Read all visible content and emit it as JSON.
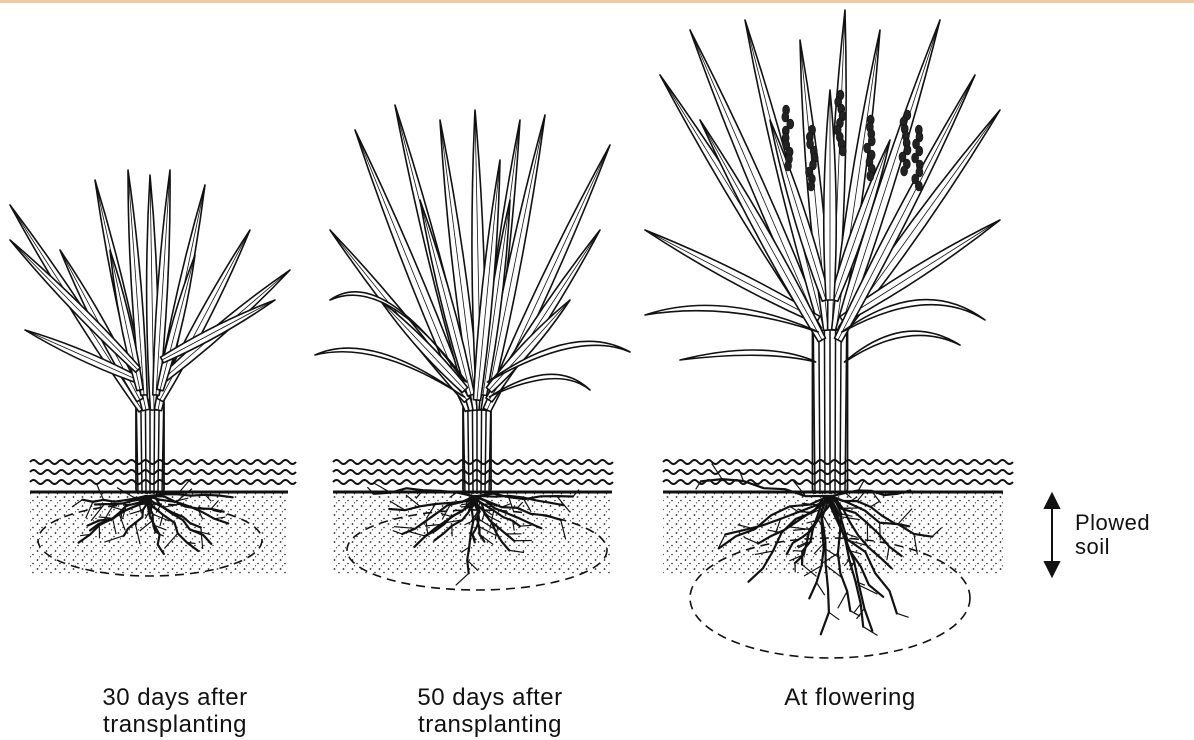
{
  "stages": [
    {
      "id": "stage-1",
      "line1": "30 days after",
      "line2": "transplanting"
    },
    {
      "id": "stage-2",
      "line1": "50 days after",
      "line2": "transplanting"
    },
    {
      "id": "stage-3",
      "line1": "At flowering",
      "line2": ""
    }
  ],
  "soil_label": {
    "line1": "Plowed",
    "line2": "soil"
  },
  "colors": {
    "ink": "#111111",
    "background": "#ffffff",
    "top_border": "#f2c9a4"
  }
}
